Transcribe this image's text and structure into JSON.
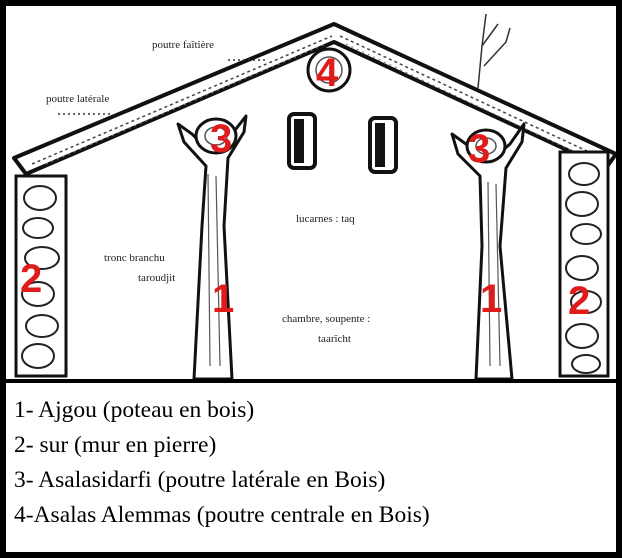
{
  "labels": {
    "poutre_faitiere": "poutre faîtière",
    "poutre_laterale": "poutre latérale",
    "lucarnes": "lucarnes : taq",
    "tronc_line1": "tronc branchu",
    "tronc_line2": "taroudjit",
    "chambre_line1": "chambre, soupente :",
    "chambre_line2": "taarïcht"
  },
  "markers": {
    "left_post": "1",
    "right_post": "1",
    "left_wall": "2",
    "right_wall": "2",
    "left_beam": "3",
    "right_beam": "3",
    "ridge_beam": "4"
  },
  "legend": [
    "1- Ajgou (poteau en bois)",
    "2- sur (mur en pierre)",
    "3- Asalasidarfi (poutre latérale en Bois)",
    "4-Asalas Alemmas (poutre centrale en Bois)"
  ],
  "colors": {
    "marker": "#e01b1b",
    "ink": "#111111"
  }
}
